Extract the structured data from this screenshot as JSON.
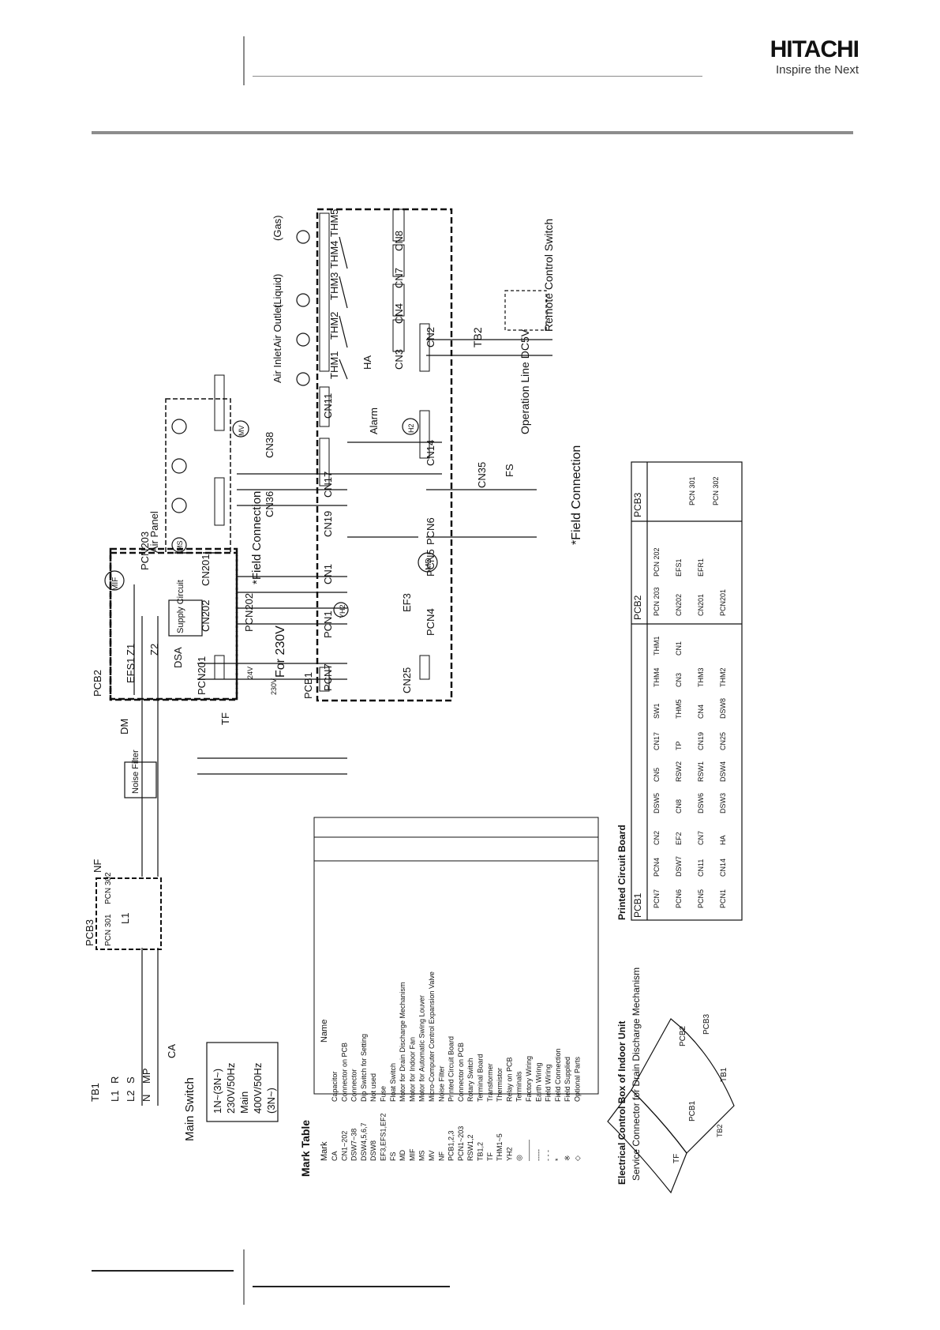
{
  "header": {
    "brand": "HITACHI",
    "tagline": "Inspire the Next"
  },
  "diagram": {
    "pcb_labels": {
      "pcb1": "PCB1",
      "pcb2": "PCB2",
      "pcb3": "PCB3"
    },
    "top_sensors": [
      {
        "id": "thm1",
        "name": "THM1",
        "group": "Air Inlet"
      },
      {
        "id": "thm2",
        "name": "THM2",
        "group": "Air Outlet"
      },
      {
        "id": "thm3",
        "name": "THM3",
        "group": "Liquid"
      },
      {
        "id": "thm4",
        "name": "THM4",
        "group": ""
      },
      {
        "id": "thm5",
        "name": "THM5",
        "group": "Gas"
      }
    ],
    "group_labels": {
      "air_inlet": "Air Inlet",
      "air_outlet": "Air Outlet",
      "liquid": "(Liquid)",
      "gas": "(Gas)"
    },
    "pcb1_connectors": [
      "CN25",
      "PCN7",
      "PCN1",
      "PCN4",
      "CN1",
      "PCN5",
      "PCN6",
      "CN19",
      "CN17",
      "CN14",
      "CN11",
      "CN2"
    ],
    "pcb2_parts": [
      "PCN201",
      "PCN202",
      "PCN203",
      "CN201",
      "CN202",
      "EFS1",
      "Z1",
      "Z2",
      "DSA",
      "DM",
      "Noise Filter",
      "Supply Circuit",
      "MIF"
    ],
    "pcb3_parts": [
      "PCN 301",
      "PCN 302",
      "L1",
      "NF"
    ],
    "tb1_terminals": [
      "TB1",
      "L1",
      "L2",
      "N",
      "R",
      "S",
      "MP",
      "CA"
    ],
    "misc_labels": {
      "for_230v": "For 230V",
      "tf": "TF",
      "tf_24v": "24V",
      "tf_230v": "230V",
      "ef3": "EF3",
      "yh2": "YH2",
      "h2": "H2",
      "md": "MD",
      "mv": "MV",
      "ms": "MS",
      "cn35": "CN35",
      "cn36": "CN36",
      "cn38": "CN38",
      "fs": "FS",
      "alarm": "Alarm",
      "air_panel": "Air Panel",
      "field_connection": "*Field Connection",
      "field_connection_2": "*Field Connection",
      "operation_line": "Operation Line DC5V",
      "remote_control": "Remote Control Switch",
      "tb2": "TB2",
      "ha": "HA",
      "cn3": "CN3",
      "cn4": "CN4",
      "cn7": "CN7",
      "cn8": "CN8",
      "main_switch": "Main Switch",
      "power_box": [
        "1N~(3N~)",
        "230V/50Hz",
        "Main",
        "400V/50Hz",
        "(3N~)"
      ]
    },
    "mark_table": {
      "title": "Mark Table",
      "headers": [
        "Mark",
        "Name"
      ],
      "rows": [
        [
          "CA",
          "Capacitor"
        ],
        [
          "CN1~202",
          "Connector on PCB"
        ],
        [
          "DSW7~38",
          "Connector"
        ],
        [
          "DSW4,5,6,7",
          "Dip Switch for Setting"
        ],
        [
          "DSW8",
          "Not used"
        ],
        [
          "EF3,EFS1,EF2",
          "Fuse"
        ],
        [
          "FS",
          "Float Switch"
        ],
        [
          "MD",
          "Motor for Drain Discharge Mechanism"
        ],
        [
          "MIF",
          "Motor for Indoor Fan"
        ],
        [
          "MS",
          "Motor for Automatic Swing Louver"
        ],
        [
          "MV",
          "Micro-Computer Control Expansion Valve"
        ],
        [
          "NF",
          "Noise Filter"
        ],
        [
          "PCB1,2,3",
          "Printed Circuit Board"
        ],
        [
          "PCN1~203",
          "Connector on PCB"
        ],
        [
          "RSW1,2",
          "Rotary Switch"
        ],
        [
          "TB1,2",
          "Terminal Board"
        ],
        [
          "TF",
          "Transformer"
        ],
        [
          "THM1~5",
          "Thermistor"
        ],
        [
          "YH2",
          "Relay on PCB"
        ],
        [
          "◎",
          "Terminals"
        ],
        [
          "———",
          "Factory Wiring"
        ],
        [
          "-----",
          "Earth Wiring"
        ],
        [
          "- - -",
          "Field Wiring"
        ],
        [
          "*",
          "Field Connection"
        ],
        [
          "※",
          "Field Supplied"
        ],
        [
          "◇",
          "Optional Parts"
        ]
      ]
    },
    "control_box": {
      "title": "Electrical Control Box of Indoor Unit",
      "service_connector": "Service Connector for Drain Discharge Mechanism",
      "parts": [
        "TF",
        "PCB1",
        "PCB2",
        "PCB3",
        "TB1",
        "TB2"
      ]
    },
    "pcb_board": {
      "title": "Printed Circuit Board",
      "pcb1_components": [
        "PCN7",
        "PCN6",
        "PCN5",
        "PCN1",
        "PCN4",
        "DSW7",
        "CN11",
        "CN14",
        "CN2",
        "EF2",
        "CN7",
        "HA",
        "DSW5",
        "CN8",
        "DSW6",
        "DSW3",
        "CN5",
        "RSW2",
        "RSW1",
        "DSW4",
        "CN17",
        "TP",
        "CN19",
        "CN25",
        "SW1",
        "THM5",
        "CN4",
        "DSW8",
        "THM4",
        "CN3",
        "THM3",
        "THM2",
        "THM1",
        "CN1"
      ],
      "pcb2_components": [
        "PCN 203",
        "CN202",
        "CN201",
        "PCN201",
        "PCN 202",
        "EFS1",
        "EFR1"
      ],
      "pcb3_components": [
        "PCN 301",
        "PCN 302"
      ]
    }
  }
}
